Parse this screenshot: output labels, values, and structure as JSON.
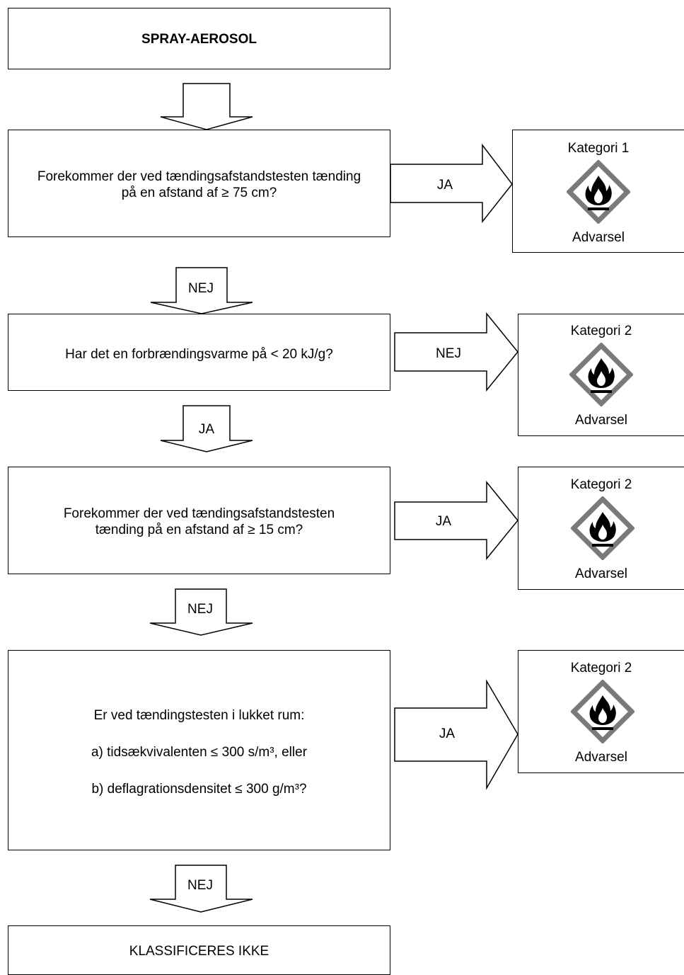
{
  "start": {
    "title": "SPRAY-AEROSOL"
  },
  "questions": [
    {
      "lines": [
        "Forekommer der ved tændingsafstandstesten tænding",
        "på en afstand af ≥ 75 cm?"
      ]
    },
    {
      "lines": [
        "Har det en forbrændingsvarme på < 20 kJ/g?"
      ]
    },
    {
      "lines": [
        "Forekommer der ved tændingsafstandstesten",
        "tænding på en afstand af ≥ 15 cm?"
      ]
    },
    {
      "lines": [
        "Er ved tændingstesten i lukket rum:",
        "a) tidsækvivalenten ≤ 300 s/m³, eller",
        "b) deflagrationsdensitet ≤ 300 g/m³?"
      ]
    }
  ],
  "side_arrows": [
    {
      "label": "JA"
    },
    {
      "label": "NEJ"
    },
    {
      "label": "JA"
    },
    {
      "label": "JA"
    }
  ],
  "down_arrows": [
    {
      "label": ""
    },
    {
      "label": "NEJ"
    },
    {
      "label": "JA"
    },
    {
      "label": "NEJ"
    },
    {
      "label": "NEJ"
    }
  ],
  "categories": [
    {
      "title": "Kategori 1",
      "signal": "Advarsel",
      "icon": "flame-pictogram-icon"
    },
    {
      "title": "Kategori 2",
      "signal": "Advarsel",
      "icon": "flame-pictogram-icon"
    },
    {
      "title": "Kategori  2",
      "signal": "Advarsel",
      "icon": "flame-pictogram-icon"
    },
    {
      "title": "Kategori  2",
      "signal": "Advarsel",
      "icon": "flame-pictogram-icon"
    }
  ],
  "result": {
    "label": "KLASSIFICERES IKKE"
  },
  "colors": {
    "pictogram_border": "#7a7a7a",
    "line": "#000000"
  }
}
